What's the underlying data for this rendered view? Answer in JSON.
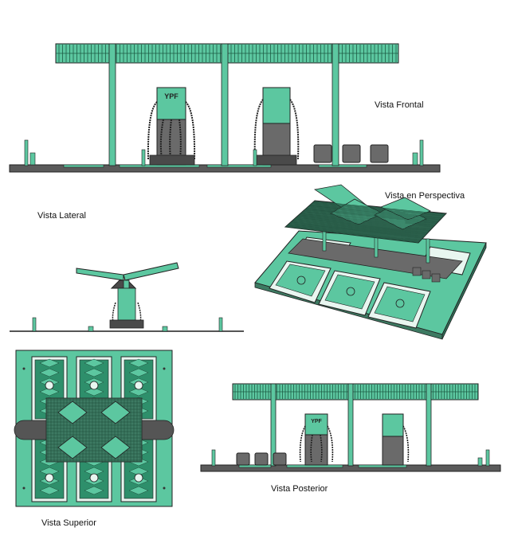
{
  "labels": {
    "front": "Vista Frontal",
    "perspective": "Vista en Perspectiva",
    "side": "Vista Lateral",
    "rear": "Vista  Posterior",
    "top": "Vista  Superior"
  },
  "pump_brand": "YPF",
  "colors": {
    "green": "#5cc7a0",
    "dark_green": "#2e8f6b",
    "gray": "#707070",
    "dark_gray": "#4a4a4a",
    "outline": "#222222",
    "light": "#e8f6f0"
  }
}
